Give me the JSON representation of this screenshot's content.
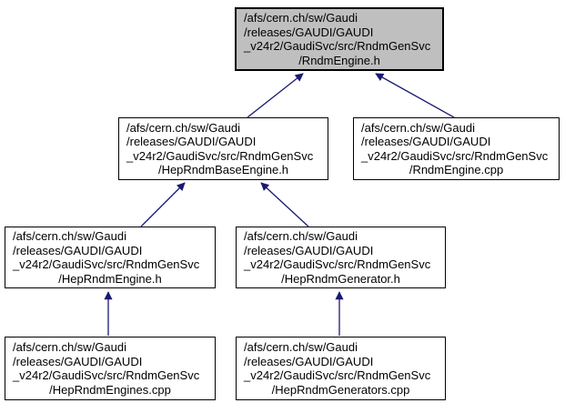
{
  "diagram": {
    "kind": "include-dependency-graph",
    "colors": {
      "background": "#ffffff",
      "node_fill": "#ffffff",
      "highlight_fill": "#bfbfbf",
      "border": "#000000",
      "arrow": "#191970",
      "text": "#000000"
    },
    "nodes": [
      {
        "id": "rndm-engine-h",
        "highlighted": true,
        "lines": [
          "/afs/cern.ch/sw/Gaudi",
          "/releases/GAUDI/GAUDI",
          "_v24r2/GaudiSvc/src/RndmGenSvc",
          "/RndmEngine.h"
        ]
      },
      {
        "id": "hep-rndm-base-engine-h",
        "highlighted": false,
        "lines": [
          "/afs/cern.ch/sw/Gaudi",
          "/releases/GAUDI/GAUDI",
          "_v24r2/GaudiSvc/src/RndmGenSvc",
          "/HepRndmBaseEngine.h"
        ]
      },
      {
        "id": "rndm-engine-cpp",
        "highlighted": false,
        "lines": [
          "/afs/cern.ch/sw/Gaudi",
          "/releases/GAUDI/GAUDI",
          "_v24r2/GaudiSvc/src/RndmGenSvc",
          "/RndmEngine.cpp"
        ]
      },
      {
        "id": "hep-rndm-engine-h",
        "highlighted": false,
        "lines": [
          "/afs/cern.ch/sw/Gaudi",
          "/releases/GAUDI/GAUDI",
          "_v24r2/GaudiSvc/src/RndmGenSvc",
          "/HepRndmEngine.h"
        ]
      },
      {
        "id": "hep-rndm-generator-h",
        "highlighted": false,
        "lines": [
          "/afs/cern.ch/sw/Gaudi",
          "/releases/GAUDI/GAUDI",
          "_v24r2/GaudiSvc/src/RndmGenSvc",
          "/HepRndmGenerator.h"
        ]
      },
      {
        "id": "hep-rndm-engines-cpp",
        "highlighted": false,
        "lines": [
          "/afs/cern.ch/sw/Gaudi",
          "/releases/GAUDI/GAUDI",
          "_v24r2/GaudiSvc/src/RndmGenSvc",
          "/HepRndmEngines.cpp"
        ]
      },
      {
        "id": "hep-rndm-generators-cpp",
        "highlighted": false,
        "lines": [
          "/afs/cern.ch/sw/Gaudi",
          "/releases/GAUDI/GAUDI",
          "_v24r2/GaudiSvc/src/RndmGenSvc",
          "/HepRndmGenerators.cpp"
        ]
      }
    ],
    "edges": [
      {
        "from": "hep-rndm-base-engine-h",
        "to": "rndm-engine-h"
      },
      {
        "from": "rndm-engine-cpp",
        "to": "rndm-engine-h"
      },
      {
        "from": "hep-rndm-engine-h",
        "to": "hep-rndm-base-engine-h"
      },
      {
        "from": "hep-rndm-generator-h",
        "to": "hep-rndm-base-engine-h"
      },
      {
        "from": "hep-rndm-engines-cpp",
        "to": "hep-rndm-engine-h"
      },
      {
        "from": "hep-rndm-generators-cpp",
        "to": "hep-rndm-generator-h"
      }
    ]
  }
}
